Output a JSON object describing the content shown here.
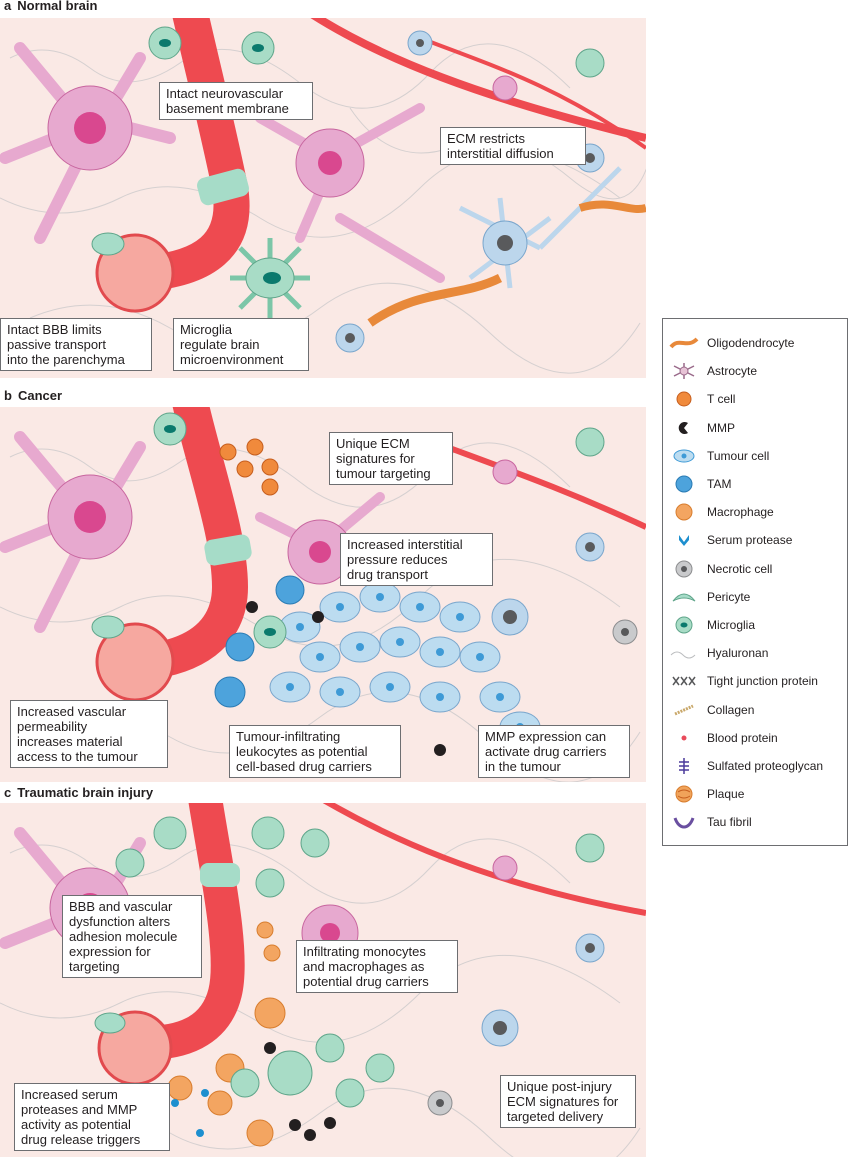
{
  "panels": {
    "a": {
      "letter": "a",
      "title": "Normal brain"
    },
    "b": {
      "letter": "b",
      "title": "Cancer"
    },
    "c": {
      "letter": "c",
      "title": "Traumatic brain injury"
    }
  },
  "callouts": {
    "a_membrane": [
      "Intact neurovascular",
      "basement membrane"
    ],
    "a_ecm": [
      "ECM restricts",
      "interstitial diffusion"
    ],
    "a_bbb": [
      "Intact BBB limits",
      "passive transport",
      "into the parenchyma"
    ],
    "a_microglia": [
      "Microglia",
      "regulate brain",
      "microenvironment"
    ],
    "b_ecm": [
      "Unique ECM",
      "signatures for",
      "tumour targeting"
    ],
    "b_pressure": [
      "Increased interstitial",
      "pressure reduces",
      "drug transport"
    ],
    "b_vascular": [
      "Increased vascular",
      "permeability",
      "increases material",
      "access to the tumour"
    ],
    "b_leukocytes": [
      "Tumour-infiltrating",
      "leukocytes as potential",
      "cell-based drug carriers"
    ],
    "b_mmp": [
      "MMP expression can",
      "activate drug carriers",
      "in the tumour"
    ],
    "c_bbb": [
      "BBB and vascular",
      "dysfunction alters",
      "adhesion molecule",
      "expression for",
      "targeting"
    ],
    "c_monocytes": [
      "Infiltrating monocytes",
      "and macrophages as",
      "potential drug carriers"
    ],
    "c_ecm": [
      "Unique post-injury",
      "ECM signatures for",
      "targeted delivery"
    ],
    "c_protease": [
      "Increased serum",
      "proteases and MMP",
      "activity as potential",
      "drug release triggers"
    ]
  },
  "legend": [
    {
      "label": "Oligodendrocyte",
      "icon": "oligodendrocyte-icon",
      "color": "#e8893a"
    },
    {
      "label": "Astrocyte",
      "icon": "astrocyte-icon",
      "color": "#e7c3d6"
    },
    {
      "label": "T cell",
      "icon": "t-cell-icon",
      "color": "#f08a3c"
    },
    {
      "label": "MMP",
      "icon": "mmp-icon",
      "color": "#231f20"
    },
    {
      "label": "Tumour cell",
      "icon": "tumour-cell-icon",
      "color": "#bcdcf0"
    },
    {
      "label": "TAM",
      "icon": "tam-icon",
      "color": "#4da3dc"
    },
    {
      "label": "Macrophage",
      "icon": "macrophage-icon",
      "color": "#f3a561"
    },
    {
      "label": "Serum protease",
      "icon": "serum-protease-icon",
      "color": "#1d8fcf"
    },
    {
      "label": "Necrotic cell",
      "icon": "necrotic-cell-icon",
      "color": "#c9cacc"
    },
    {
      "label": "Pericyte",
      "icon": "pericyte-icon",
      "color": "#a6dcc8"
    },
    {
      "label": "Microglia",
      "icon": "microglia-icon",
      "color": "#7cc6a8"
    },
    {
      "label": "Hyaluronan",
      "icon": "hyaluronan-icon",
      "color": "#bbbdbf"
    },
    {
      "label": "Tight junction protein",
      "icon": "tight-junction-icon",
      "color": "#58595b"
    },
    {
      "label": "Collagen",
      "icon": "collagen-icon",
      "color": "#c9a86a"
    },
    {
      "label": "Blood protein",
      "icon": "blood-protein-icon",
      "color": "#e94b5b"
    },
    {
      "label": "Sulfated proteoglycan",
      "icon": "proteoglycan-icon",
      "color": "#4b3a9c"
    },
    {
      "label": "Plaque",
      "icon": "plaque-icon",
      "color": "#f0a35a"
    },
    {
      "label": "Tau fibril",
      "icon": "tau-fibril-icon",
      "color": "#6a4fa0"
    }
  ],
  "colors": {
    "background": "#fae9e5",
    "vessel": "#ee4a50",
    "vessel_lumen": "#f6a8a0",
    "pericyte": "#a6dcc8",
    "neuron": "#e7a9cf",
    "neuron_nucleus": "#d9488f",
    "astrocyte": "#bcd6ec",
    "tumour": "#bcdcf0",
    "tumour_nucleus": "#3e9ad6"
  }
}
